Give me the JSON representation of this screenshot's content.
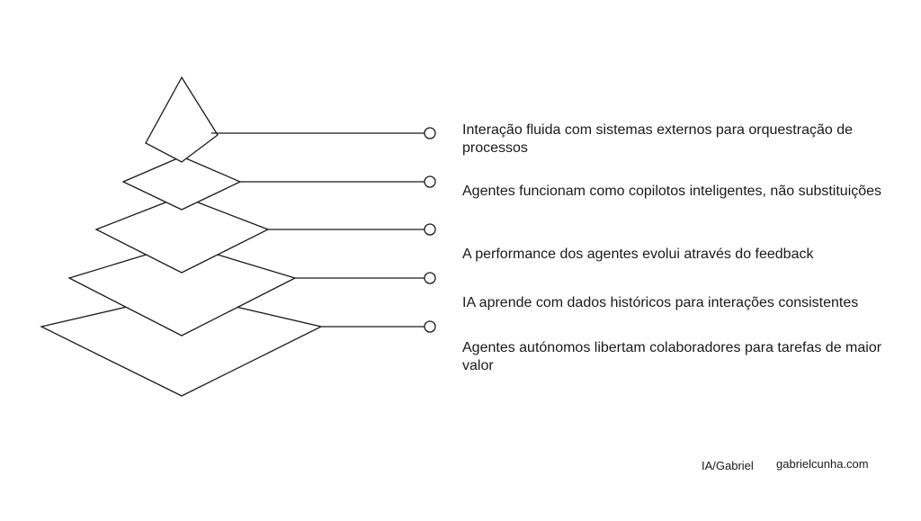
{
  "diagram": {
    "layers": [
      {
        "text": "Interação fluida com sistemas externos para orquestração de processos"
      },
      {
        "text": "Agentes funcionam como copilotos inteligentes, não substituições"
      },
      {
        "text": "A performance dos agentes evolui através do feedback"
      },
      {
        "text": "IA aprende com dados históricos para interações consistentes"
      },
      {
        "text": "Agentes autónomos libertam colaboradores para tarefas de maior valor"
      }
    ]
  },
  "footer": {
    "author": "IA/Gabriel",
    "site": "gabrielcunha.com"
  }
}
